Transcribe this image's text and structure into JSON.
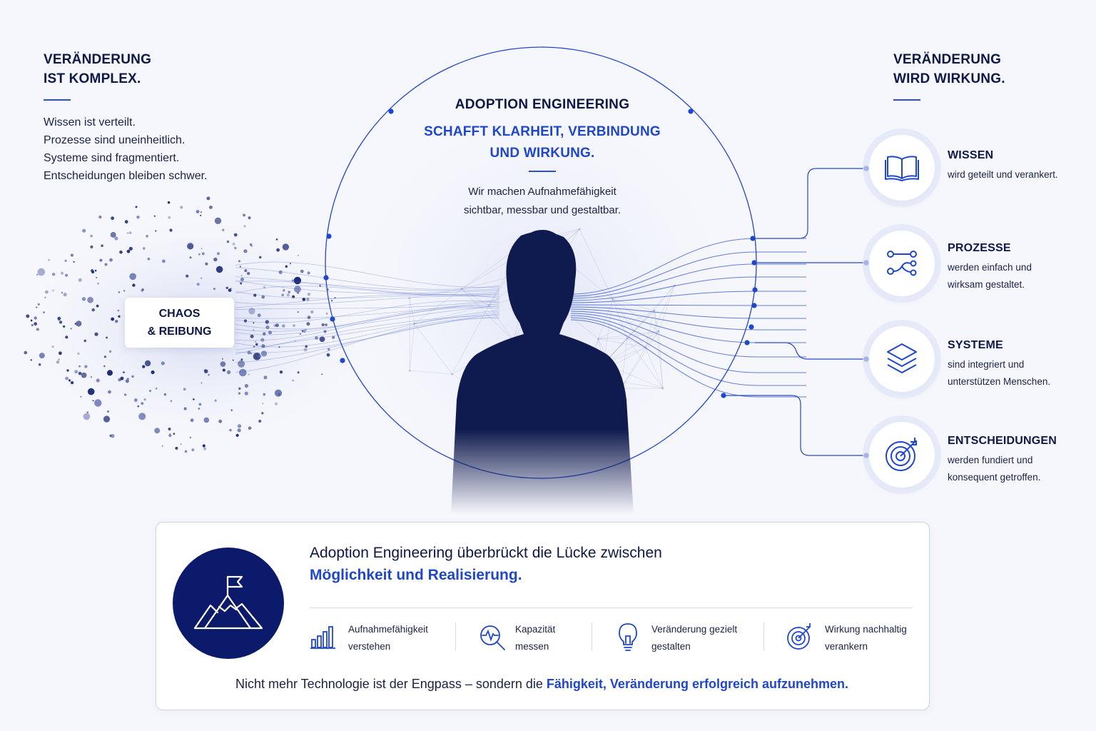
{
  "left": {
    "heading_line1": "VERÄNDERUNG",
    "heading_line2": "IST KOMPLEX.",
    "items": [
      "Wissen ist verteilt.",
      "Prozesse sind uneinheitlich.",
      "Systeme sind fragmentiert.",
      "Entscheidungen bleiben schwer."
    ],
    "chaos_line1": "CHAOS",
    "chaos_line2": "& REIBUNG"
  },
  "center": {
    "title": "ADOPTION ENGINEERING",
    "subtitle_line1": "SCHAFFT KLARHEIT, VERBINDUNG",
    "subtitle_line2": "UND WIRKUNG.",
    "desc_line1": "Wir machen Aufnahmefähigkeit",
    "desc_line2": "sichtbar, messbar und gestaltbar."
  },
  "right": {
    "heading_line1": "VERÄNDERUNG",
    "heading_line2": "WIRD WIRKUNG.",
    "items": [
      {
        "title": "WISSEN",
        "desc_line1": "wird geteilt und verankert.",
        "desc_line2": "",
        "icon": "book-icon"
      },
      {
        "title": "PROZESSE",
        "desc_line1": "werden einfach und",
        "desc_line2": "wirksam gestaltet.",
        "icon": "process-flow-icon"
      },
      {
        "title": "SYSTEME",
        "desc_line1": "sind integriert und",
        "desc_line2": "unterstützen Menschen.",
        "icon": "layers-icon"
      },
      {
        "title": "ENTSCHEIDUNGEN",
        "desc_line1": "werden fundiert und",
        "desc_line2": "konsequent getroffen.",
        "icon": "target-arrow-icon"
      }
    ]
  },
  "bottom": {
    "title_line1": "Adoption Engineering überbrückt die Lücke zwischen",
    "title_line2": "Möglichkeit und Realisierung.",
    "features": [
      {
        "line1": "Aufnahmefähigkeit",
        "line2": "verstehen",
        "icon": "bar-chart-icon"
      },
      {
        "line1": "Kapazität",
        "line2": "messen",
        "icon": "magnifier-pulse-icon"
      },
      {
        "line1": "Veränderung gezielt",
        "line2": "gestalten",
        "icon": "lightbulb-icon"
      },
      {
        "line1": "Wirkung nachhaltig",
        "line2": "verankern",
        "icon": "target-arrow-icon"
      }
    ],
    "footer_plain": "Nicht mehr Technologie ist der Engpass – sondern die ",
    "footer_highlight": "Fähigkeit, Veränderung erfolgreich aufzunehmen.",
    "mountain_icon": "mountain-flag-icon"
  },
  "colors": {
    "navy": "#0e1848",
    "accent_blue": "#1f47cc",
    "deep_navy": "#0c1a6b",
    "background": "#f6f7fc"
  }
}
